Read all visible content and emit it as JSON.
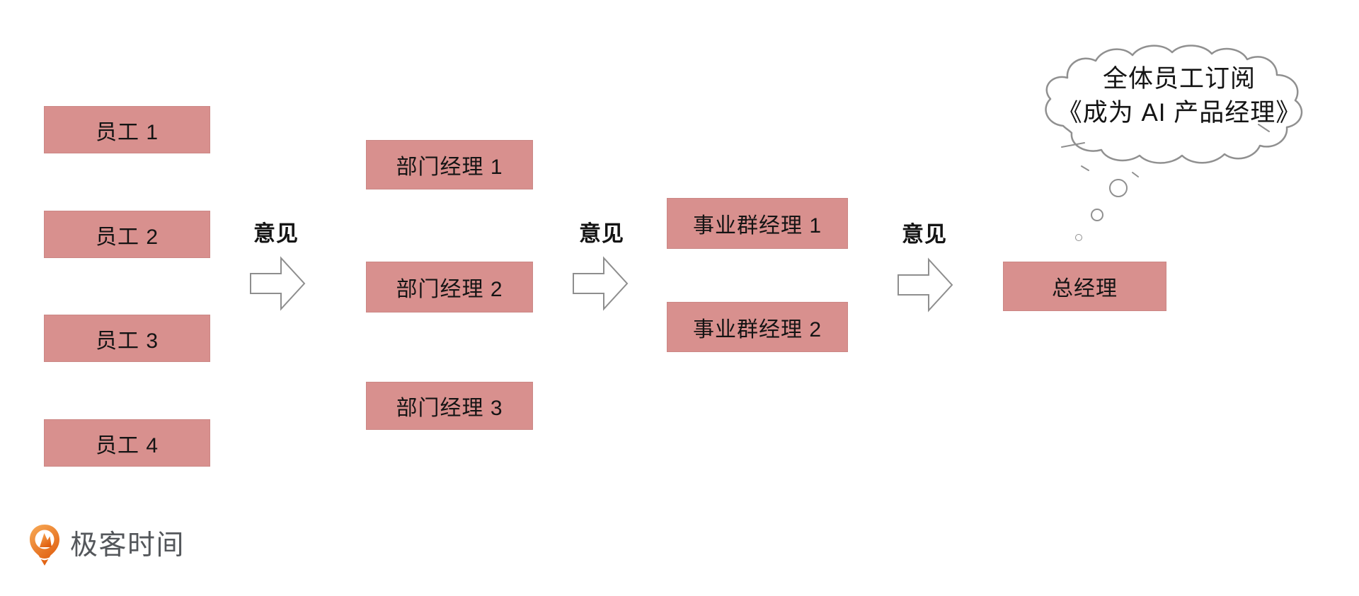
{
  "colors": {
    "page_bg": "#ffffff",
    "box_fill": "#d8908e",
    "text_color": "#141414",
    "arrow_stroke": "#8e8e8e",
    "cloud_stroke": "#909090",
    "logo_orange_light": "#f8ab57",
    "logo_orange_dark": "#e05f10",
    "logo_text_color": "#54575b"
  },
  "nodes": {
    "employees": [
      "员工 1",
      "员工 2",
      "员工 3",
      "员工 4"
    ],
    "dept_managers": [
      "部门经理 1",
      "部门经理 2",
      "部门经理 3"
    ],
    "group_managers": [
      "事业群经理 1",
      "事业群经理 2"
    ],
    "general_manager": "总经理"
  },
  "flow_labels": {
    "first": "意见",
    "second": "意见",
    "third": "意见"
  },
  "thought_bubble": {
    "line1": "全体员工订阅",
    "line2": "《成为 AI 产品经理》"
  },
  "logo": {
    "text": "极客时间"
  }
}
